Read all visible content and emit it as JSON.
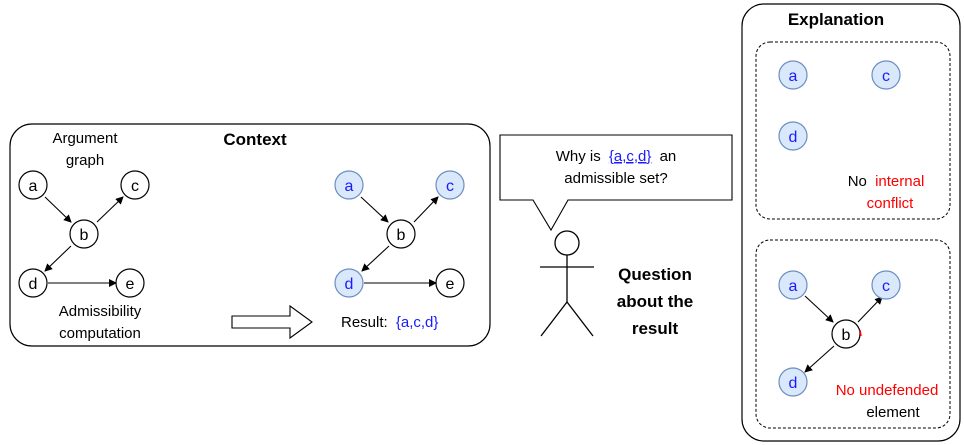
{
  "context": {
    "title": "Context",
    "graph_label_line1": "Argument",
    "graph_label_line2": "graph",
    "computation_line1": "Admissibility",
    "computation_line2": "computation",
    "result_label": "Result:",
    "result_value": "{a,c,d}"
  },
  "nodes": {
    "a": "a",
    "b": "b",
    "c": "c",
    "d": "d",
    "e": "e"
  },
  "question_bubble": {
    "line1_prefix": "Why is",
    "line1_set": "{a,c,d}",
    "line1_suffix": "an",
    "line2": "admissible set?"
  },
  "question_caption": {
    "line1": "Question",
    "line2": "about the",
    "line3": "result"
  },
  "explanation": {
    "title": "Explanation",
    "panel1": {
      "line1_prefix": "No",
      "line1_red": "internal",
      "line2_red": "conflict"
    },
    "panel2": {
      "line1_red": "No undefended",
      "line2": "element"
    }
  },
  "colors": {
    "highlight_text": "#1a1aff",
    "highlight_fill": "#dae8fc",
    "highlight_stroke": "#6c8ebf",
    "emphasis": "#ff0000"
  }
}
